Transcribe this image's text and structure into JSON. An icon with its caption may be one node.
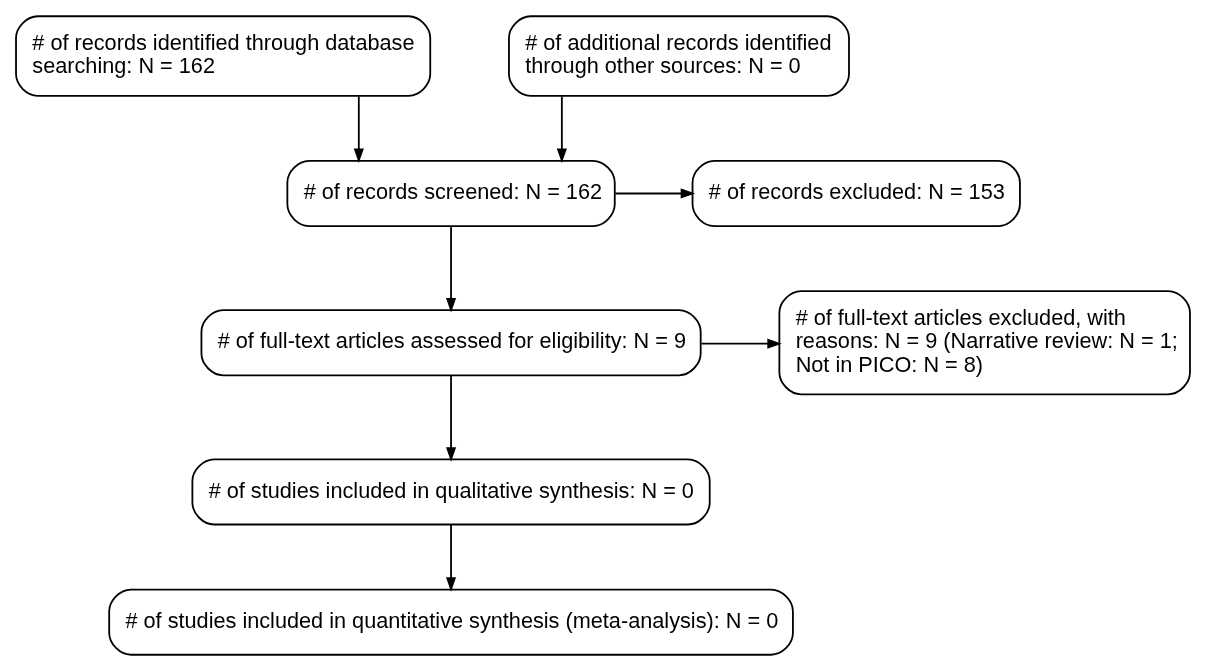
{
  "diagram": {
    "nodes": [
      {
        "text": [
          "# of records identified through database searching: N = 162"
        ]
      },
      {
        "text": [
          "# of additional records identified through other sources: N = 0"
        ]
      },
      {
        "text": [
          "# of records screened: N = 162"
        ]
      },
      {
        "text": [
          "# of records excluded: N = 153"
        ]
      },
      {
        "text": [
          "# of full-text articles assessed for eligibility: N = 9"
        ]
      },
      {
        "text": [
          "# of full-text articles excluded, with reasons: N = 9 (Narrative review: N = 1; Not in PICO: N = 8)"
        ]
      },
      {
        "text": [
          "# of studies included in qualitative synthesis: N = 0"
        ]
      },
      {
        "text": [
          "# of studies included in quantitative synthesis (meta-analysis): N = 0"
        ]
      }
    ],
    "edges": [
      {
        "from": 0,
        "to": 2,
        "arrow": "to"
      },
      {
        "from": 1,
        "to": 2,
        "arrow": "to"
      },
      {
        "from": 2,
        "to": 3,
        "arrow": "to"
      },
      {
        "from": 2,
        "to": 4,
        "arrow": "to"
      },
      {
        "from": 4,
        "to": 5,
        "arrow": "to"
      },
      {
        "from": 4,
        "to": 6,
        "arrow": "to"
      },
      {
        "from": 6,
        "to": 7,
        "arrow": "to"
      }
    ]
  }
}
